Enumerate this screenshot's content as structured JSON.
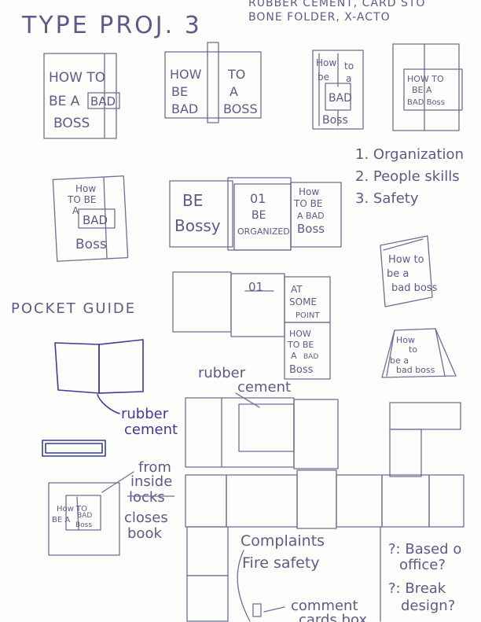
{
  "header": {
    "title": "TYPE PROJ. 3",
    "materials_line1": "RUBBER CEMENT, CARD STO",
    "materials_line2": "BONE FOLDER, X-ACTO"
  },
  "sketches": {
    "cover1": {
      "line1": "HOW TO",
      "line2": "BE A",
      "bad": "BAD",
      "line3": "BOSS"
    },
    "cover2": {
      "left1": "HOW",
      "left2": "BE",
      "left3": "BAD",
      "right1": "TO",
      "right2": "A",
      "right3": "BOSS"
    },
    "cover3": {
      "l1": "How",
      "l2": "be",
      "r1": "to",
      "r2": "a",
      "bad": "BAD",
      "bottom": "Boss"
    },
    "cover4": {
      "line1": "HOW TO",
      "line2": "BE A",
      "line3": "BAD Boss"
    },
    "cover5": {
      "line1": "How",
      "line2": "TO BE",
      "line3": "A",
      "bad": "BAD",
      "line4": "Boss"
    },
    "spread": {
      "p1a": "BE",
      "p1b": "Bossy",
      "p2a": "01",
      "p2b": "BE",
      "p2c": "ORGANIZED",
      "p3a": "How",
      "p3b": "TO BE",
      "p3c": "A BAD",
      "p3d": "Boss"
    },
    "mini_book": {
      "line1": "How to",
      "line2": "be a",
      "line3": "bad boss"
    },
    "pocket_pages": {
      "num": "01",
      "at1": "AT",
      "at2": "SOME",
      "at3": "POINT",
      "h1": "HOW",
      "h2": "TO BE",
      "h3": "A",
      "h4": "BAD",
      "h5": "Boss"
    },
    "tent": {
      "line1": "How",
      "line2": "to",
      "line3": "be a",
      "line4": "bad boss"
    },
    "small_cover": {
      "line1": "How TO",
      "line2": "BE A",
      "line3": "BAD",
      "line4": "Boss"
    }
  },
  "list": {
    "item1": "1. Organization",
    "item2": "2. People skills",
    "item3": "3. Safety"
  },
  "labels": {
    "pocket_guide": "POCKET GUIDE",
    "rubber_cement_1a": "rubber",
    "rubber_cement_1b": "cement",
    "rubber_cement_2a": "rubber",
    "rubber_cement_2b": "cement",
    "from1": "from",
    "from2": "inside",
    "from3": "locks",
    "from4": "closes",
    "from5": "book",
    "complaints": "Complaints",
    "fire_safety": "Fire safety",
    "comment1": "comment",
    "comment2": "cards box",
    "q1a": "?: Based o",
    "q1b": "office?",
    "q2a": "?: Break",
    "q2b": "design?"
  }
}
